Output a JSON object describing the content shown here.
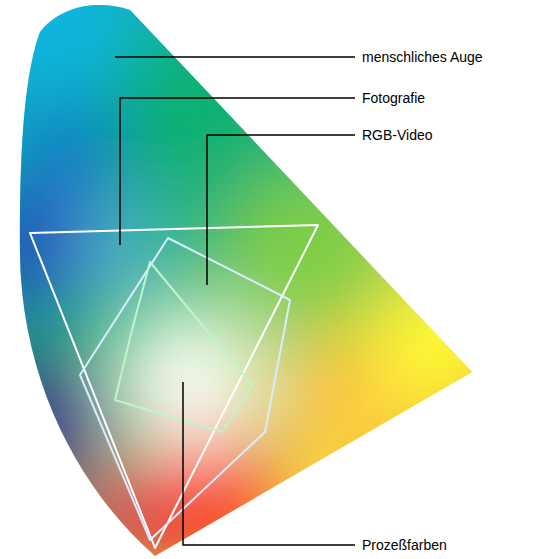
{
  "diagram": {
    "labels": [
      "menschliches Auge",
      "Fotografie",
      "RGB-Video",
      "Prozeßfarben"
    ]
  }
}
